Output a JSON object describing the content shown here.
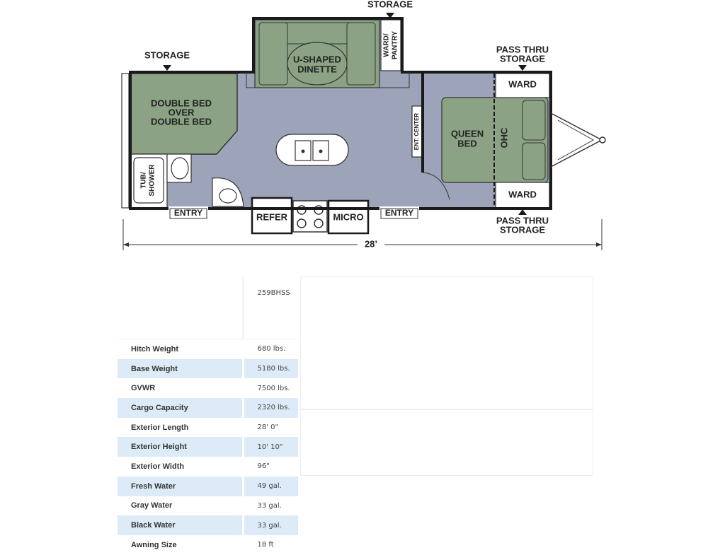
{
  "floorplan": {
    "labels": {
      "storage_top": "STORAGE",
      "storage_left": "STORAGE",
      "pass_thru_top_1": "PASS THRU",
      "pass_thru_top_2": "STORAGE",
      "pass_thru_bottom_1": "PASS THRU",
      "pass_thru_bottom_2": "STORAGE",
      "dinette_1": "U-SHAPED",
      "dinette_2": "DINETTE",
      "ward_pantry_1": "WARD/",
      "ward_pantry_2": "PANTRY",
      "double_bed_1": "DOUBLE BED",
      "double_bed_2": "OVER",
      "double_bed_3": "DOUBLE BED",
      "tub_shower_1": "TUB/",
      "tub_shower_2": "SHOWER",
      "ent_center": "ENT. CENTER",
      "queen_bed_1": "QUEEN",
      "queen_bed_2": "BED",
      "ohc": "OHC",
      "ward_top": "WARD",
      "ward_bottom": "WARD",
      "entry_left": "ENTRY",
      "entry_right": "ENTRY",
      "refer": "REFER",
      "micro": "MICRO",
      "length": "28’"
    },
    "colors": {
      "floor": "#9da3b8",
      "furniture": "#8ba384",
      "wall": "#1a1a1a"
    }
  },
  "specs": {
    "model": "259BHSS",
    "rows": [
      {
        "label": "Hitch Weight",
        "value": "680 lbs."
      },
      {
        "label": "Base Weight",
        "value": "5180 lbs."
      },
      {
        "label": "GVWR",
        "value": "7500 lbs."
      },
      {
        "label": "Cargo Capacity",
        "value": "2320 lbs."
      },
      {
        "label": "Exterior Length",
        "value": "28' 0\""
      },
      {
        "label": "Exterior Height",
        "value": "10' 10\""
      },
      {
        "label": "Exterior Width",
        "value": "96\""
      },
      {
        "label": "Fresh Water",
        "value": "49 gal."
      },
      {
        "label": "Gray Water",
        "value": "33 gal."
      },
      {
        "label": "Black Water",
        "value": "33 gal."
      },
      {
        "label": "Awning Size",
        "value": "18 ft"
      }
    ]
  }
}
